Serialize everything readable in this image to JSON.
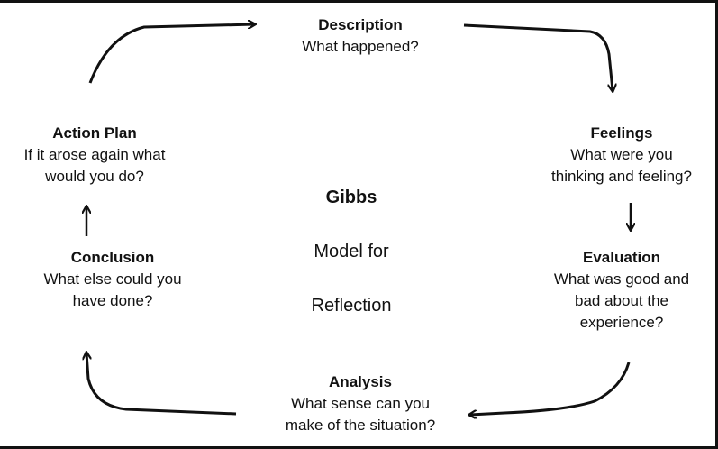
{
  "diagram": {
    "center": {
      "line1": "Gibbs",
      "line2": "Model for",
      "line3": "Reflection"
    },
    "stages": {
      "description": {
        "title": "Description",
        "text": "What happened?"
      },
      "feelings": {
        "title": "Feelings",
        "text": "What were you\nthinking and feeling?"
      },
      "evaluation": {
        "title": "Evaluation",
        "text": "What was good and\nbad about the\nexperience?"
      },
      "analysis": {
        "title": "Analysis",
        "text": "What sense can you\nmake of the situation?"
      },
      "conclusion": {
        "title": "Conclusion",
        "text": "What else could you\nhave done?"
      },
      "action_plan": {
        "title": "Action Plan",
        "text": "If it arose again what\nwould you do?"
      }
    },
    "arrow_color": "#111111"
  }
}
